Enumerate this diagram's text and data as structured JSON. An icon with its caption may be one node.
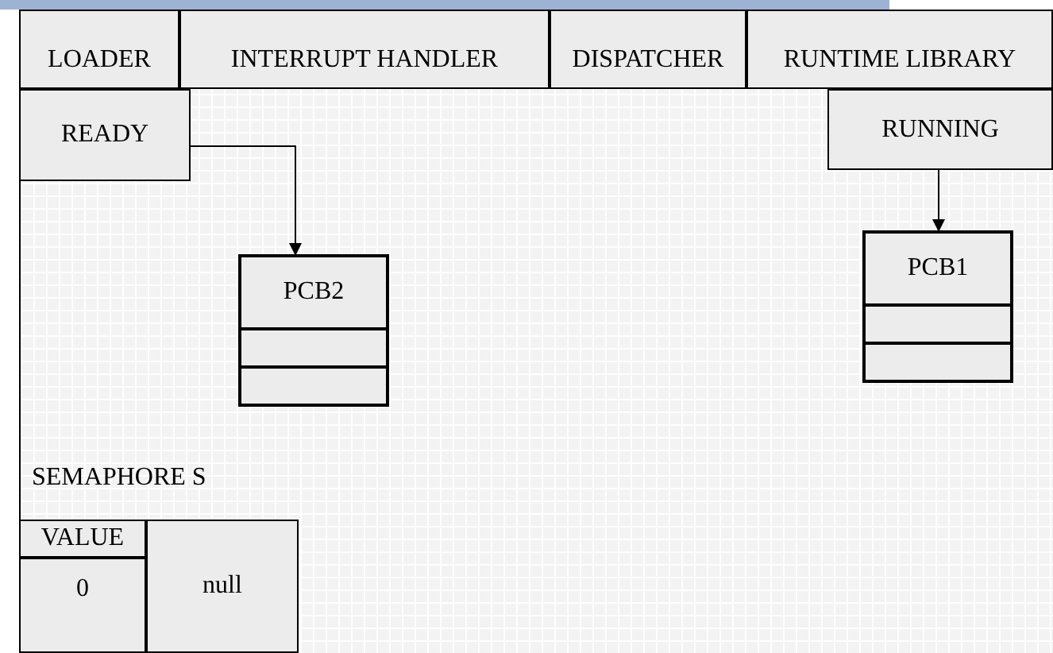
{
  "diagram": {
    "nodes": [
      {
        "text": [
          "LOADER"
        ]
      },
      {
        "text": [
          "INTERRUPT HANDLER"
        ]
      },
      {
        "text": [
          "DISPATCHER"
        ]
      },
      {
        "text": [
          "RUNTIME LIBRARY"
        ]
      },
      {
        "text": [
          "READY"
        ]
      },
      {
        "text": [
          "RUNNING"
        ]
      },
      {
        "text": [
          "PCB2"
        ]
      },
      {
        "text": [
          "PCB1"
        ]
      },
      {
        "text": [
          "SEMAPHORE S"
        ]
      },
      {
        "text": [
          "VALUE"
        ],
        "in": 8
      },
      {
        "text": [
          "0"
        ],
        "in": 8
      },
      {
        "text": [
          "null"
        ],
        "in": 8
      }
    ],
    "edges": [
      {
        "from": 4,
        "to": 6,
        "arrow": "to"
      },
      {
        "from": 5,
        "to": 7,
        "arrow": "to"
      }
    ]
  }
}
